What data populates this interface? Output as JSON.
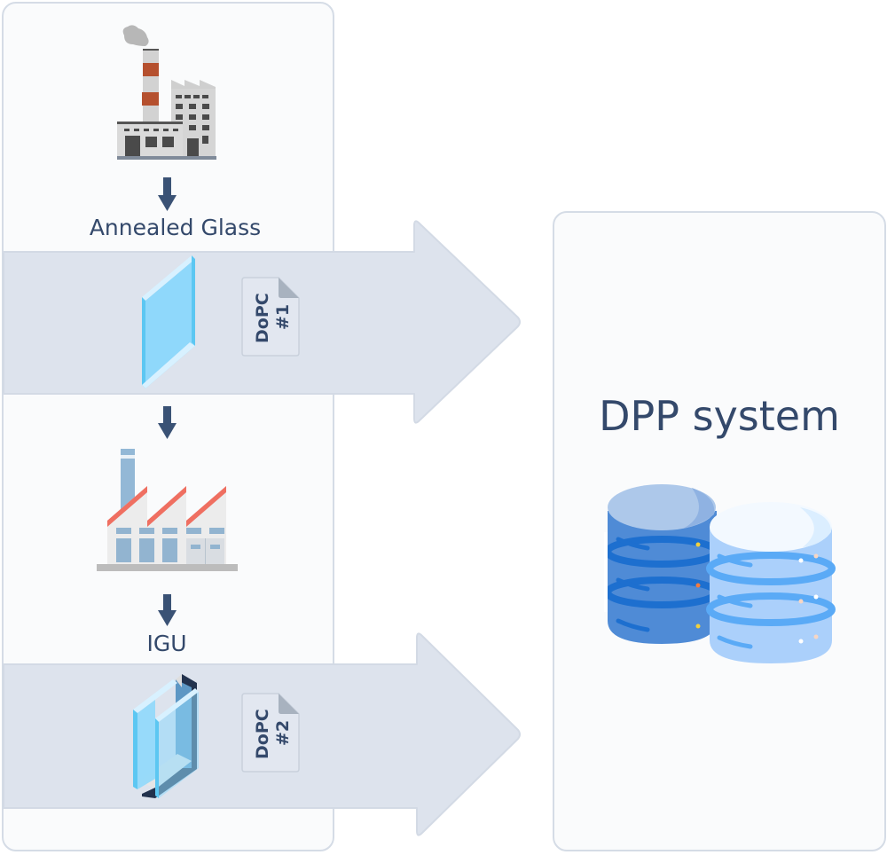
{
  "diagram": {
    "title": "DPP system",
    "stages": [
      {
        "id": "glass-factory",
        "icon": "factory-chimney-icon"
      },
      {
        "id": "annealed-glass",
        "label": "Annealed Glass",
        "product_icon": "glass-pane-icon",
        "document": {
          "line1": "DoPC",
          "line2": "#1"
        }
      },
      {
        "id": "igu-factory",
        "icon": "factory-sawtooth-icon"
      },
      {
        "id": "igu",
        "label": "IGU",
        "product_icon": "insulated-glass-unit-icon",
        "document": {
          "line1": "DoPC",
          "line2": "#2"
        }
      }
    ],
    "system_icon": "database-servers-icon",
    "colors": {
      "text": "#34496b",
      "band": "#dde3ed",
      "panel_border": "#d5dce6",
      "arrow_down": "#3a5275"
    }
  }
}
